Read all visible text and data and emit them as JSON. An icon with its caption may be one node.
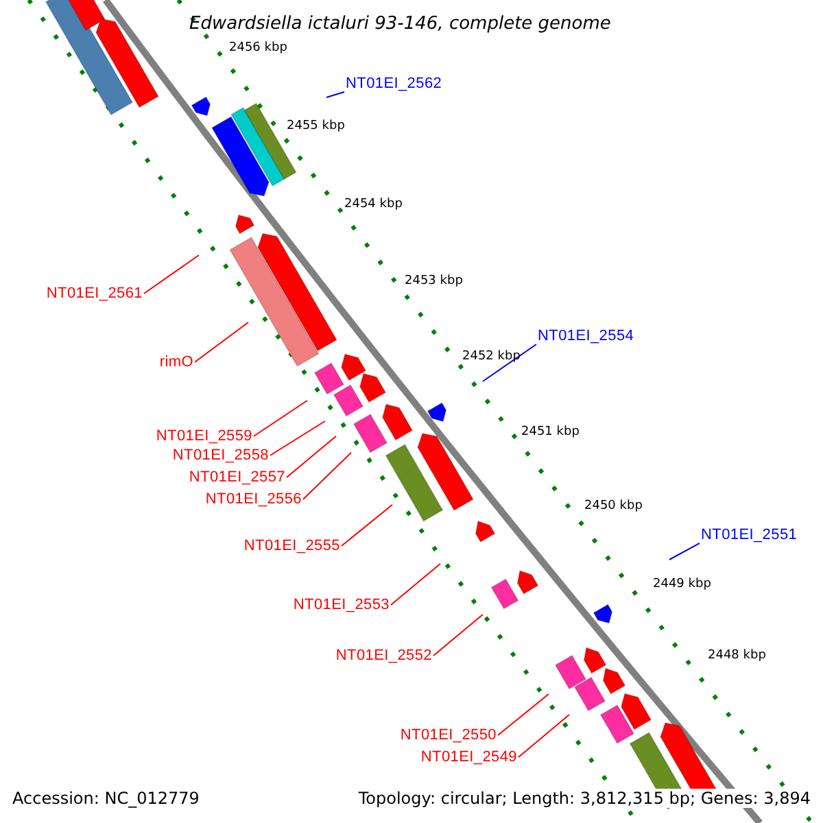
{
  "diagram": {
    "title": "Edwardsiella ictaluri 93-146, complete genome",
    "nodes": [
      {
        "text": [
          "NT01EI_2562"
        ]
      },
      {
        "text": [
          "NT01EI_2561"
        ]
      },
      {
        "text": [
          "NT01EI_2554"
        ]
      },
      {
        "text": [
          "rimO"
        ]
      },
      {
        "text": [
          "NT01EI_2559"
        ]
      },
      {
        "text": [
          "NT01EI_2558"
        ]
      },
      {
        "text": [
          "NT01EI_2557"
        ]
      },
      {
        "text": [
          "NT01EI_2556"
        ]
      },
      {
        "text": [
          "NT01EI_2551"
        ]
      },
      {
        "text": [
          "NT01EI_2555"
        ]
      },
      {
        "text": [
          "NT01EI_2553"
        ]
      },
      {
        "text": [
          "NT01EI_2552"
        ]
      },
      {
        "text": [
          "NT01EI_2550"
        ]
      },
      {
        "text": [
          "NT01EI_2549"
        ]
      }
    ],
    "edges": [
      {
        "from": 0,
        "to": null,
        "arrow": "none",
        "color": "#0000ff"
      },
      {
        "from": 1,
        "to": null,
        "arrow": "none"
      },
      {
        "from": 2,
        "to": null,
        "arrow": "none",
        "color": "#0000ff"
      },
      {
        "from": 3,
        "to": null,
        "arrow": "none"
      },
      {
        "from": 4,
        "to": null,
        "arrow": "none"
      },
      {
        "from": 5,
        "to": null,
        "arrow": "none"
      },
      {
        "from": 6,
        "to": null,
        "arrow": "none"
      },
      {
        "from": 7,
        "to": null,
        "arrow": "none"
      },
      {
        "from": 8,
        "to": null,
        "arrow": "none",
        "color": "#0000ff"
      },
      {
        "from": 9,
        "to": null,
        "arrow": "none"
      },
      {
        "from": 10,
        "to": null,
        "arrow": "none"
      },
      {
        "from": 11,
        "to": null,
        "arrow": "none"
      },
      {
        "from": 12,
        "to": null,
        "arrow": "none"
      },
      {
        "from": 13,
        "to": null,
        "arrow": "none"
      }
    ],
    "labels": [
      "2456 kbp",
      "2455 kbp",
      "2454 kbp",
      "2453 kbp",
      "2452 kbp",
      "2451 kbp",
      "2450 kbp",
      "2449 kbp",
      "2448 kbp",
      "Accession: NC_012779",
      "Topology: circular; Length: 3,812,315 bp; Genes: 3,894"
    ]
  }
}
